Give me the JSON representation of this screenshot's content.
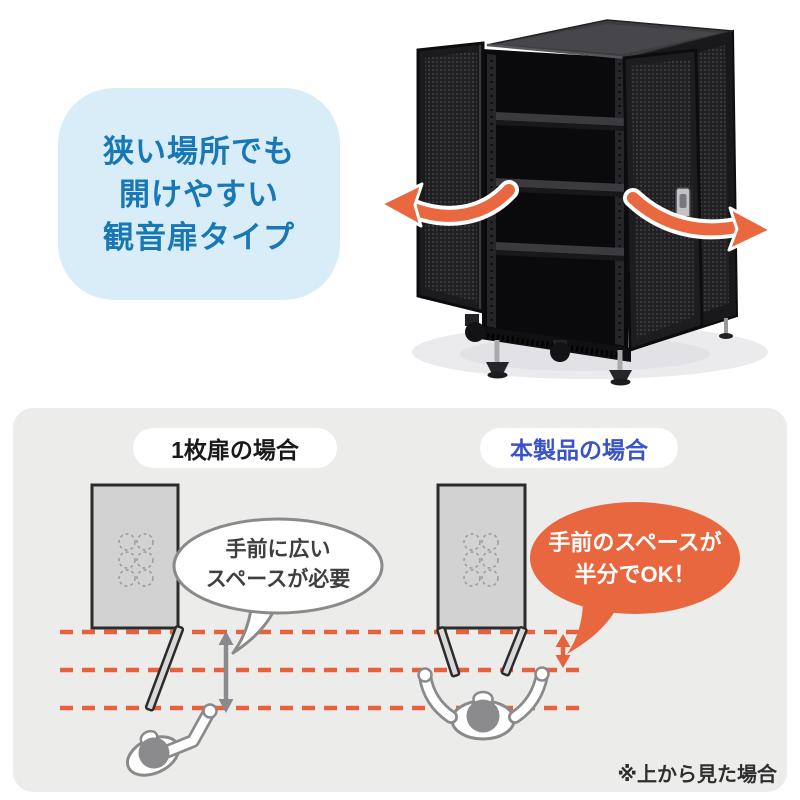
{
  "header": {
    "bubble_lines": [
      "狭い場所でも",
      "開けやすい",
      "観音扉タイプ"
    ],
    "bubble_bg": "#d9edf8",
    "text_color": "#1878b6"
  },
  "product_photo": {
    "subject": "black-19inch-server-rack-with-both-mesh-doors-open",
    "arrow_color": "#e9683f"
  },
  "comparison": {
    "panel_bg": "#ececeb",
    "dashed_line_color": "#e8613d",
    "left": {
      "label": "1枚扉の場合",
      "label_color": "#191919",
      "bubble_lines": [
        "手前に広い",
        "スペースが必要"
      ],
      "bubble_fill": "#ffffff",
      "bubble_border": "#8a8a8a"
    },
    "right": {
      "label": "本製品の場合",
      "label_color": "#3a53cb",
      "bubble_lines": [
        "手前のスペースが",
        "半分でOK！"
      ],
      "bubble_fill": "#e8673f"
    },
    "note": "※上から見た場合"
  }
}
